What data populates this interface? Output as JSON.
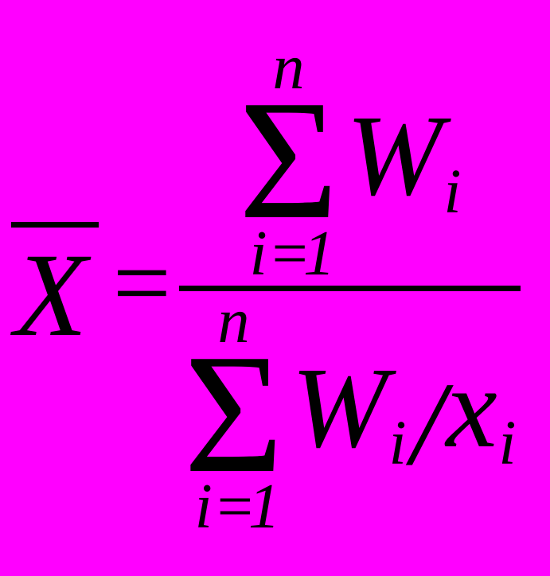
{
  "colors": {
    "background": "#FF00FF",
    "text": "#000000"
  },
  "formula": {
    "lhs": {
      "symbol": "X"
    },
    "equals": "=",
    "numerator": {
      "sum": {
        "upper": "n",
        "sigma": "Σ",
        "lower": "i =1"
      },
      "term": {
        "base": "W",
        "subscript": "i"
      }
    },
    "denominator": {
      "sum": {
        "upper": "n",
        "sigma": "Σ",
        "lower": "i =1"
      },
      "term1": {
        "base": "W",
        "subscript": "i"
      },
      "operator": "/",
      "term2": {
        "base": "x",
        "subscript": "i"
      }
    }
  }
}
